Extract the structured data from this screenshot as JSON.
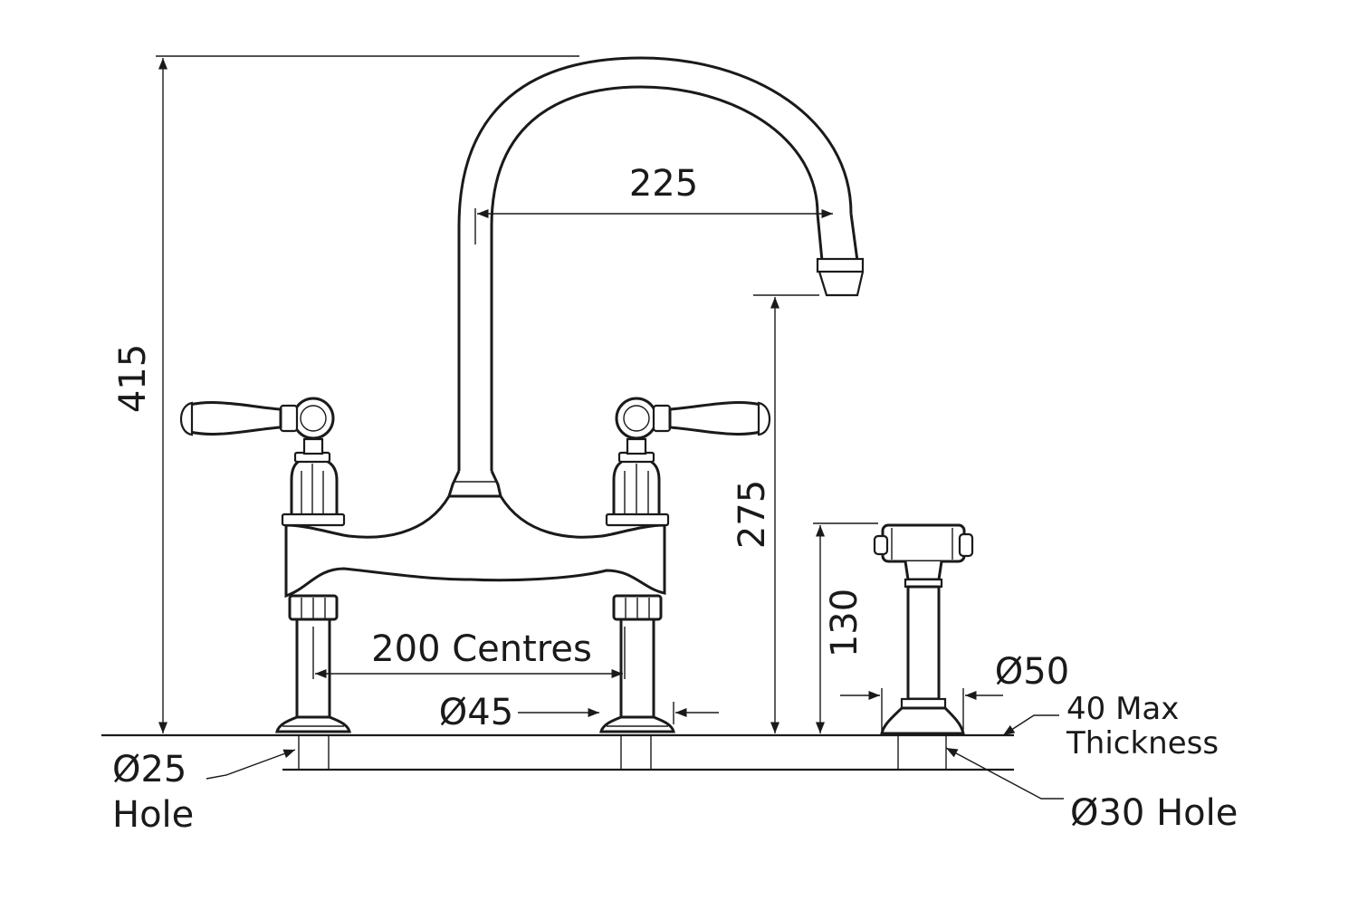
{
  "dimensions": {
    "overall_height": "415",
    "spout_reach": "225",
    "spout_height": "275",
    "spray_height": "130",
    "centres": "200 Centres",
    "base_dia": "Ø45",
    "spray_base_dia": "Ø50",
    "left_hole_line1": "Ø25",
    "left_hole_line2": "Hole",
    "right_hole": "Ø30 Hole",
    "thickness_line1": "40 Max",
    "thickness_line2": "Thickness"
  }
}
